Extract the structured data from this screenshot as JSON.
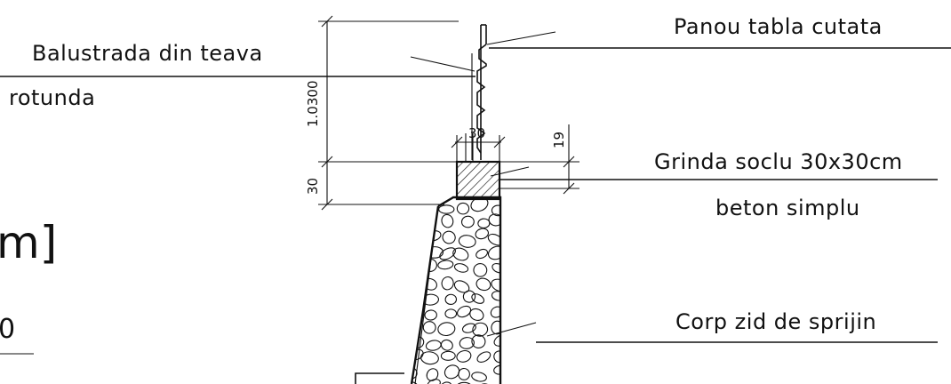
{
  "labels": {
    "panel": "Panou tabla cutata",
    "railing_line1": "Balustrada din teava",
    "railing_line2": "rotunda",
    "beam": "Grinda soclu 30x30cm",
    "beam_material": "beton simplu",
    "wall": "Corp zid de sprijin"
  },
  "partial_text": {
    "unit": "m]",
    "fragment": "0"
  },
  "dimensions": {
    "railing_height": "1.0300",
    "beam_width": "30",
    "beam_height": "30",
    "offset": "19"
  }
}
